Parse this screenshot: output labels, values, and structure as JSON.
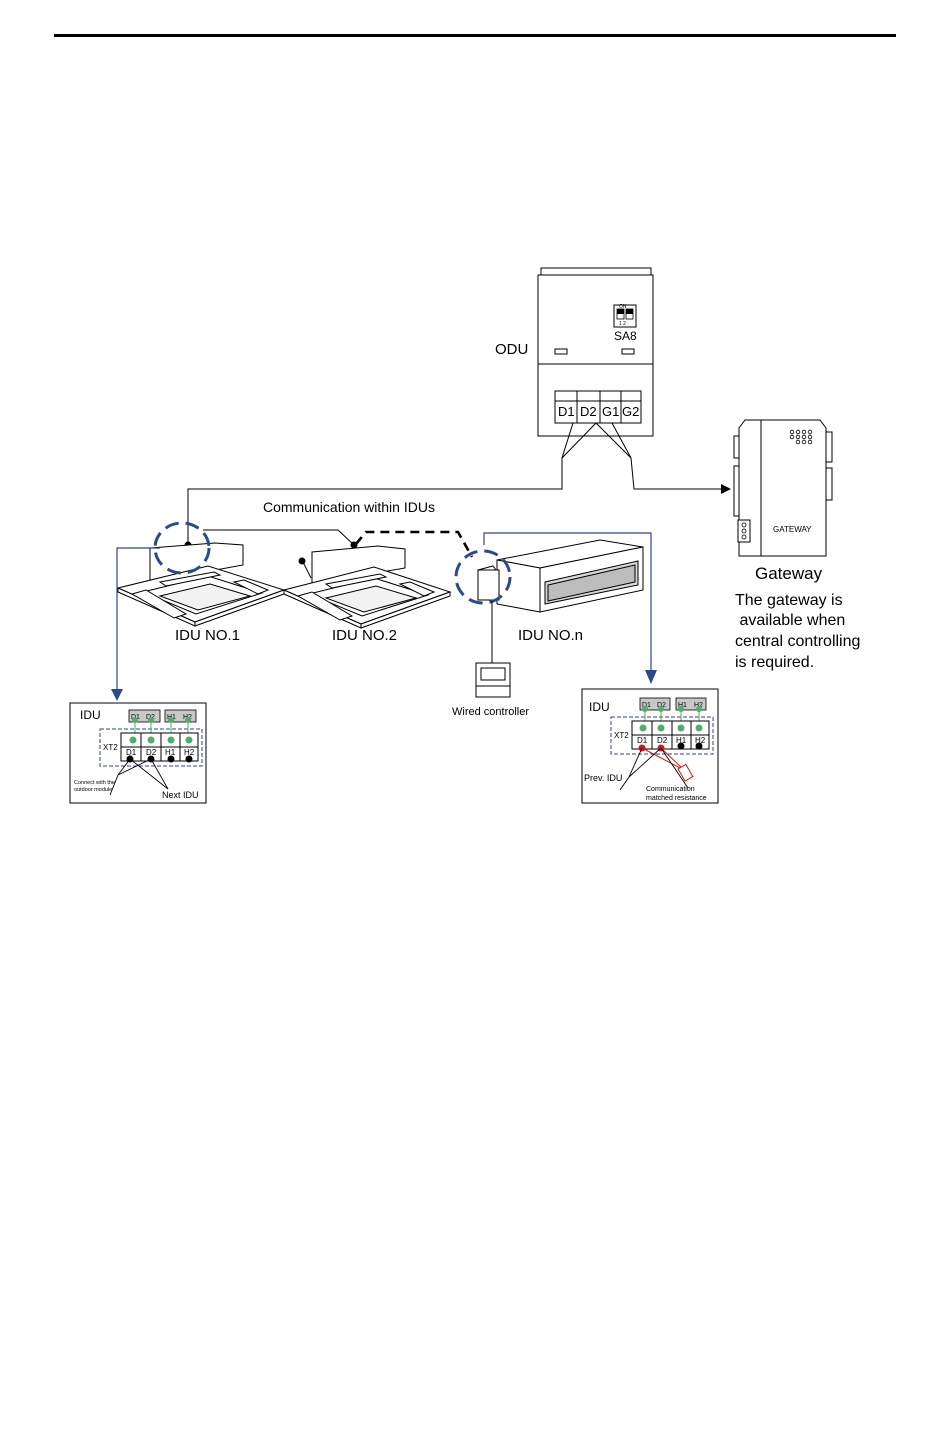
{
  "labels": {
    "odu": "ODU",
    "sa8": "SA8",
    "dip_on": "ON",
    "dip_nums": "1 2",
    "term_d1": "D1",
    "term_d2": "D2",
    "term_g1": "G1",
    "term_g2": "G2",
    "comm_within": "Communication within IDUs",
    "gateway_device": "GATEWAY",
    "gateway_title": "Gateway",
    "gateway_note": [
      "The gateway is",
      " available when",
      "central controlling",
      "is required."
    ],
    "idu1": "IDU NO.1",
    "idu2": "IDU NO.2",
    "idun": "IDU NO.n",
    "wired_controller": "Wired controller"
  },
  "left_detail": {
    "title": "IDU",
    "xt2": "XT2",
    "top_terms": [
      "D1",
      "D2",
      "H1",
      "H2"
    ],
    "row_terms": [
      "D1",
      "D2",
      "H1",
      "H2"
    ],
    "note_outdoor_1": "Connect with the",
    "note_outdoor_2": "outdoor module",
    "note_next": "Next IDU"
  },
  "right_detail": {
    "title": "IDU",
    "xt2": "XT2",
    "top_terms": [
      "D1",
      "D2",
      "H1",
      "H2"
    ],
    "row_terms": [
      "D1",
      "D2",
      "H1",
      "H2"
    ],
    "note_prev": "Prev. IDU",
    "note_res_1": "Communication",
    "note_res_2": "matched resistance"
  },
  "colors": {
    "line": "#000000",
    "blue": "#2b4a8c",
    "green": "#4caf6a",
    "red": "#d01818",
    "box_grey": "#c8c8c8"
  }
}
